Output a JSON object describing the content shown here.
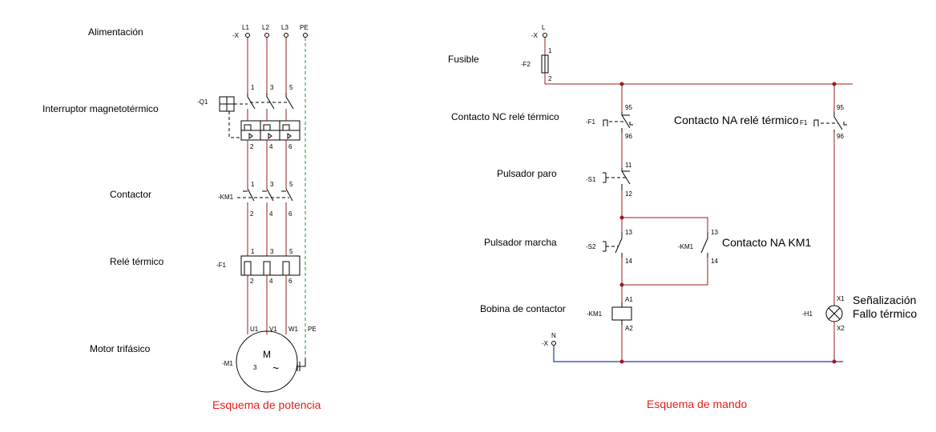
{
  "colors": {
    "wire": "#9b1c1c",
    "pe_wire": "#2e8b2e",
    "neutral_wire": "#1f3fa0",
    "symbol": "#000000",
    "caption": "#e0201c"
  },
  "power": {
    "caption": "Esquema de potencia",
    "labels": {
      "supply": "Alimentación",
      "breaker": "Interruptor magnetotérmico",
      "contactor": "Contactor",
      "relay": "Relé térmico",
      "motor": "Motor trifásico"
    },
    "supply_designator": "-X",
    "phases": [
      "L1",
      "L2",
      "L3",
      "PE"
    ],
    "breaker_designator": "-Q1",
    "contactor_designator": "-KM1",
    "relay_designator": "-F1",
    "motor_designator": "-M1",
    "top_terminals": [
      "1",
      "3",
      "5"
    ],
    "bottom_terminals": [
      "2",
      "4",
      "6"
    ],
    "motor_terminals": [
      "U1",
      "V1",
      "W1",
      "PE"
    ],
    "motor_symbol": "M",
    "motor_phases": "3",
    "motor_ac": "~"
  },
  "control": {
    "caption": "Esquema de mando",
    "labels": {
      "fuse": "Fusible",
      "nc_relay": "Contacto NC relé térmico",
      "no_relay": "Contacto NA relé térmico",
      "stop": "Pulsador paro",
      "start": "Pulsador marcha",
      "no_km1": "Contacto NA KM1",
      "coil": "Bobina de contactor",
      "signal_line1": "Señalización",
      "signal_line2": "Fallo térmico"
    },
    "supply_designator": "-X",
    "line": "L",
    "neutral": "N",
    "fuse_designator": "-F2",
    "fuse_terminals": [
      "1",
      "2"
    ],
    "relay_designator": "-F1",
    "relay_right_designator": "F1",
    "relay_terminals": [
      "95",
      "96"
    ],
    "stop_designator": "-S1",
    "stop_terminals": [
      "11",
      "12"
    ],
    "start_designator": "-S2",
    "start_terminals": [
      "13",
      "14"
    ],
    "km1_designator": "-KM1",
    "km1_terminals": [
      "13",
      "14"
    ],
    "coil_designator": "-KM1",
    "coil_terminals": [
      "A1",
      "A2"
    ],
    "lamp_designator": "-H1",
    "lamp_terminals": [
      "X1",
      "X2"
    ]
  }
}
